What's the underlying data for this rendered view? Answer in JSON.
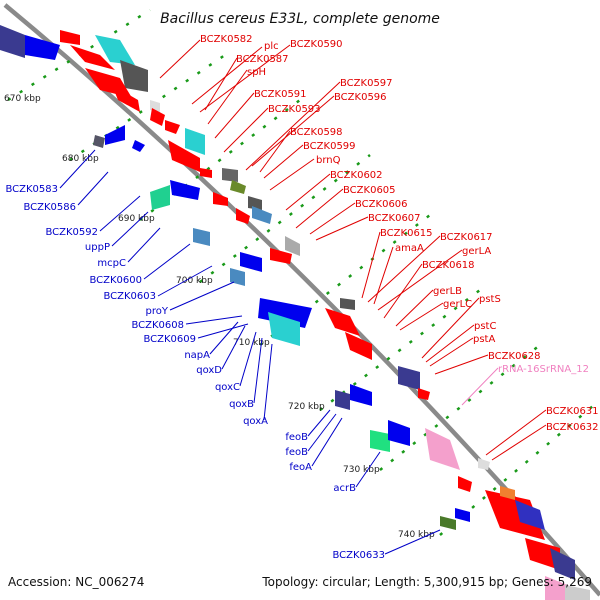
{
  "title": "Bacillus cereus E33L, complete genome",
  "footer": {
    "accession": "Accession: NC_006274",
    "topology": "Topology: circular; Length: 5,300,915 bp; Genes: 5,269"
  },
  "colors": {
    "forward_label": "#e00000",
    "reverse_label": "#0000c8",
    "rna_label": "#f080c0",
    "backbone": "#8a8a8a",
    "forward_cds": "#ff0000",
    "reverse_cds": "#0000ee",
    "tick_dot": "#1a9a1a"
  },
  "ticks": [
    "670 kbp",
    "680 kbp",
    "690 kbp",
    "700 kbp",
    "710 kbp",
    "720 kbp",
    "730 kbp",
    "740 kbp"
  ],
  "labels_forward": [
    "BCZK0582",
    "plc",
    "BCZK0590",
    "BCZK0587",
    "spH",
    "BCZK0597",
    "BCZK0591",
    "BCZK0596",
    "BCZK0593",
    "BCZK0598",
    "BCZK0599",
    "brnQ",
    "BCZK0602",
    "BCZK0605",
    "BCZK0606",
    "BCZK0607",
    "BCZK0615",
    "BCZK0617",
    "amaA",
    "gerLA",
    "BCZK0618",
    "gerLB",
    "gerLC",
    "pstS",
    "pstC",
    "pstA",
    "BCZK0628",
    "BCZK0631",
    "BCZK0632"
  ],
  "labels_reverse": [
    "BCZK0583",
    "BCZK0586",
    "BCZK0592",
    "uppP",
    "mcpC",
    "BCZK0600",
    "BCZK0603",
    "proY",
    "BCZK0608",
    "BCZK0609",
    "napA",
    "qoxD",
    "qoxC",
    "qoxB",
    "qoxA",
    "feoB",
    "feoB",
    "feoA",
    "acrB",
    "BCZK0633"
  ],
  "labels_rna": [
    "rRNA-16SrRNA_12"
  ]
}
